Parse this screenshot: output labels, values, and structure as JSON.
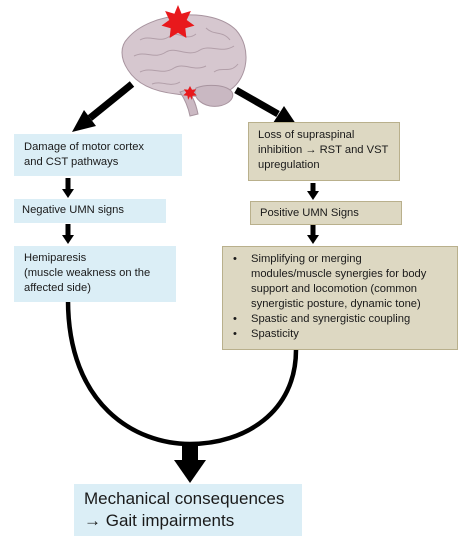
{
  "colors": {
    "blue_box": "#dbeef6",
    "tan_box": "#ddd8c2",
    "arrow": "#000000",
    "lesion_star": "#e8191c",
    "brain": "#d6c7cf"
  },
  "icons": {
    "brain": "brain-illustration",
    "cortex_lesion": "red-star-icon",
    "brainstem_lesion": "red-star-icon"
  },
  "left": {
    "damage": [
      "Damage of motor cortex",
      "and CST pathways"
    ],
    "negative_signs": "Negative UMN signs",
    "hemiparesis": [
      "Hemiparesis",
      "(muscle weakness on the",
      "affected side)"
    ]
  },
  "right": {
    "loss": [
      "Loss of supraspinal",
      "inhibition → RST and VST",
      "upregulation"
    ],
    "positive_signs": "Positive UMN Signs",
    "bullets": [
      [
        "Simplifying or merging",
        "modules/muscle synergies for body",
        "support and locomotion (common",
        "synergistic posture, dynamic tone)"
      ],
      [
        "Spastic and synergistic coupling"
      ],
      [
        "Spasticity"
      ]
    ]
  },
  "outcome": [
    "Mechanical consequences",
    "→ Gait impairments"
  ]
}
